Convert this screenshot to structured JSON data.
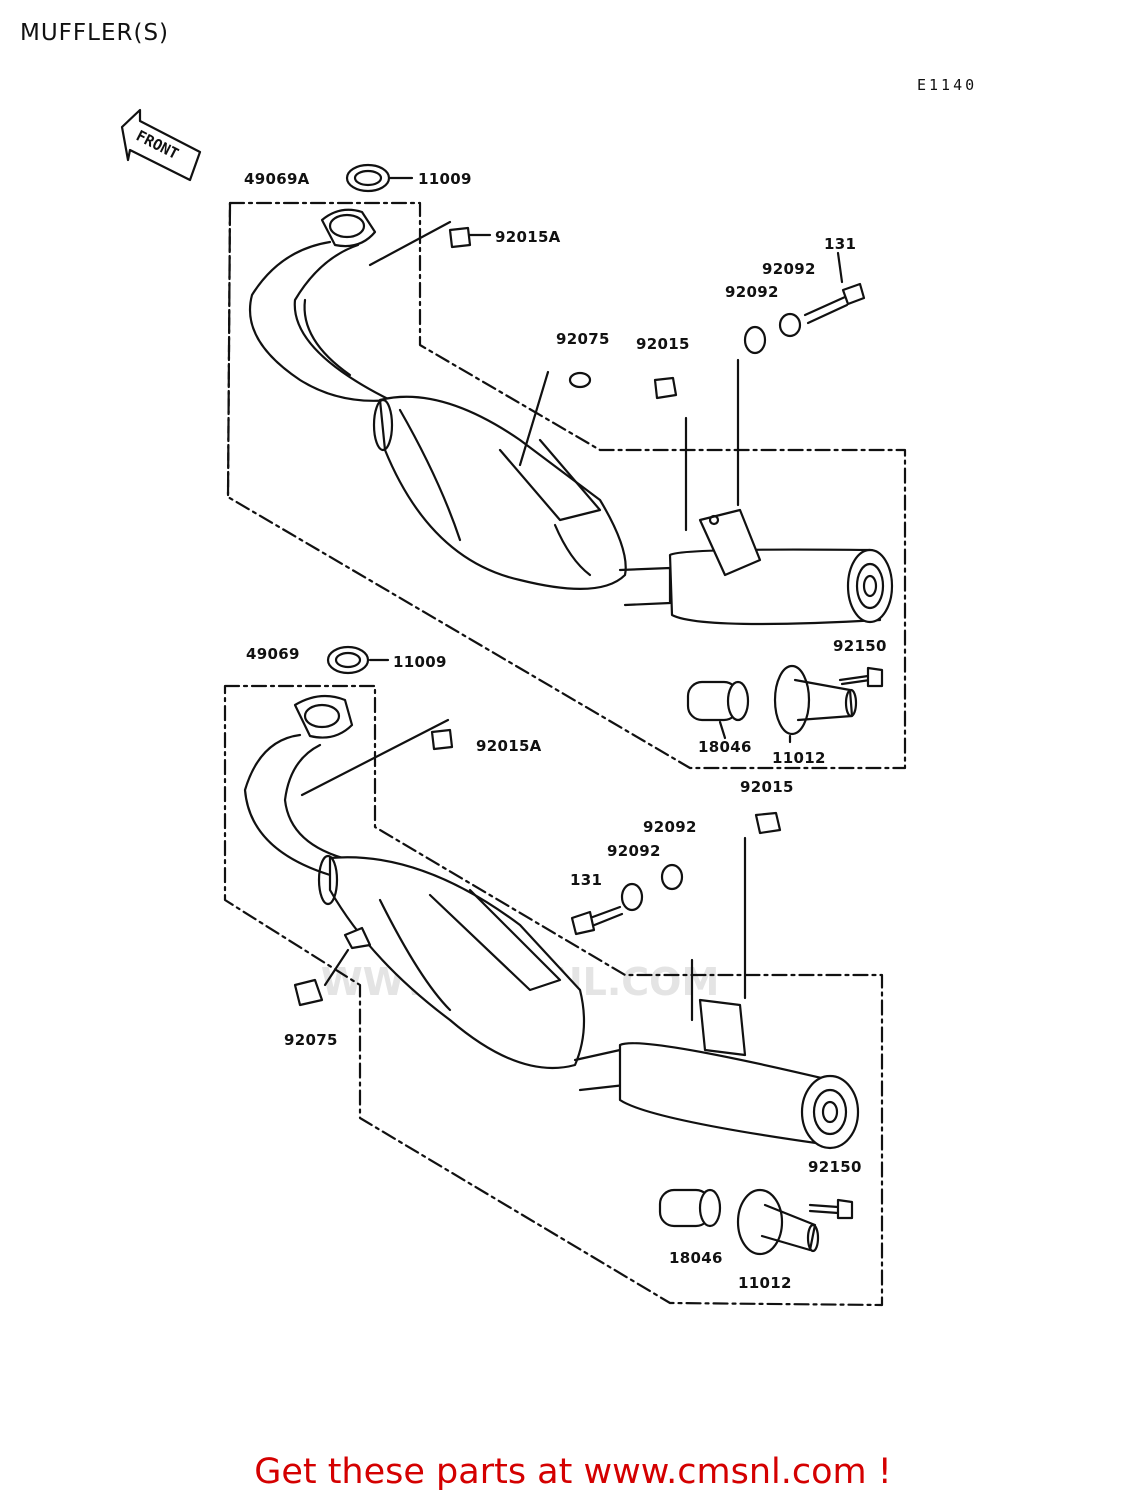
{
  "title": "MUFFLER(S)",
  "diagram_code": "E1140",
  "front_label": "FRONT",
  "watermark": "WWW.CMSNL.COM",
  "footer_text": "Get these parts at www.cmsnl.com !",
  "colors": {
    "footer": "#d40000",
    "line": "#111111",
    "watermark": "#e4e4e4"
  },
  "upper_assembly": {
    "labels": [
      "49069A",
      "11009",
      "92015A",
      "92075",
      "92015",
      "92092",
      "92092",
      "131",
      "92150",
      "18046",
      "11012"
    ]
  },
  "lower_assembly": {
    "labels": [
      "49069",
      "11009",
      "92015A",
      "92015",
      "92092",
      "92092",
      "131",
      "92075",
      "92150",
      "18046",
      "11012"
    ]
  }
}
